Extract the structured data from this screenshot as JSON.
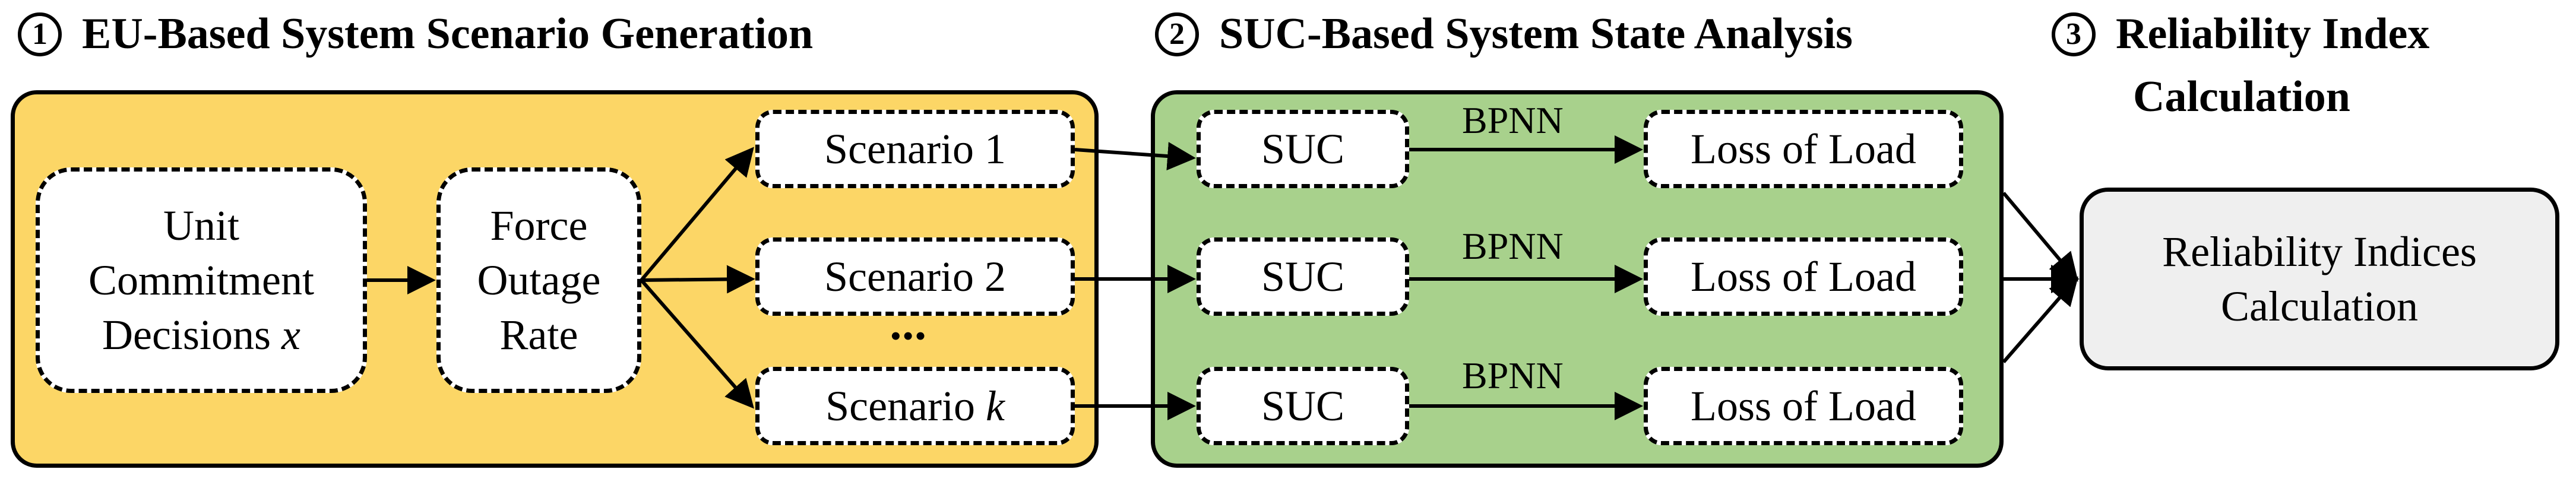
{
  "stages": [
    {
      "num": "1",
      "title": "EU-Based System Scenario Generation"
    },
    {
      "num": "2",
      "title": "SUC-Based System State Analysis"
    },
    {
      "num": "3",
      "title_line1": "Reliability Index",
      "title_line2": "Calculation"
    }
  ],
  "colors": {
    "stage1_fill": "#fcd666",
    "stage2_fill": "#a8d18c",
    "result_fill": "#efefef"
  },
  "stage1": {
    "unit_commitment": {
      "line1": "Unit",
      "line2": "Commitment",
      "line3": "Decisions",
      "var": "x"
    },
    "force_outage": {
      "line1": "Force",
      "line2": "Outage",
      "line3": "Rate"
    },
    "scenarios": [
      {
        "label": "Scenario 1"
      },
      {
        "label": "Scenario 2"
      },
      {
        "label": "Scenario",
        "var": "k"
      }
    ],
    "ellipsis": "•••"
  },
  "stage2": {
    "rows": [
      {
        "suc": "SUC",
        "method": "BPNN",
        "result": "Loss of Load"
      },
      {
        "suc": "SUC",
        "method": "BPNN",
        "result": "Loss of Load"
      },
      {
        "suc": "SUC",
        "method": "BPNN",
        "result": "Loss of Load"
      }
    ]
  },
  "stage3": {
    "line1": "Reliability Indices",
    "line2": "Calculation"
  }
}
